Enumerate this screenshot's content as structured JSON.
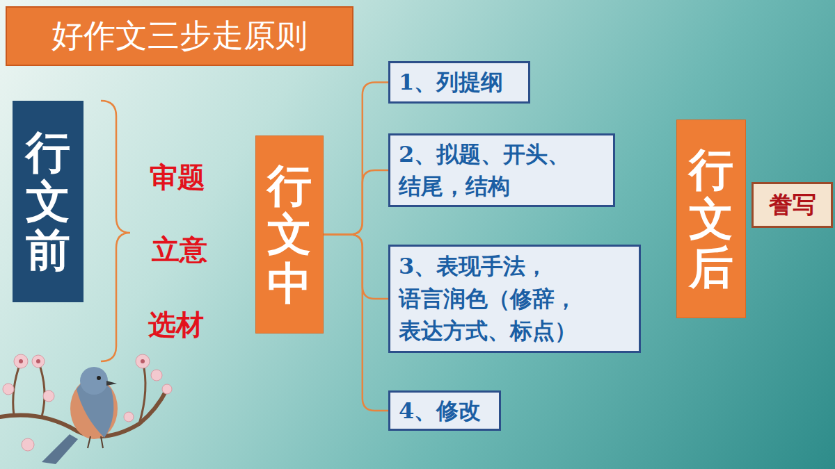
{
  "diagram": {
    "title": "好作文三步走原则",
    "nodes": [
      {
        "text": [
          "行文前"
        ]
      },
      {
        "text": [
          "行文中"
        ]
      },
      {
        "text": [
          "1、列提纲"
        ]
      },
      {
        "text": [
          "2、拟题、开头、 结尾，结构"
        ]
      },
      {
        "text": [
          "3、表现手法， 语言润色（修辞， 表达方式、标点）"
        ]
      },
      {
        "text": [
          "4、修改"
        ]
      },
      {
        "text": [
          "行文后"
        ]
      },
      {
        "text": [
          "誊写"
        ]
      }
    ],
    "edges": [
      {
        "from": 1,
        "to": 2,
        "arrow": "none"
      },
      {
        "from": 1,
        "to": 3,
        "arrow": "none"
      },
      {
        "from": 1,
        "to": 4,
        "arrow": "none"
      },
      {
        "from": 1,
        "to": 5,
        "arrow": "none"
      }
    ],
    "labels": [
      "审题",
      "立意",
      "选材"
    ]
  }
}
